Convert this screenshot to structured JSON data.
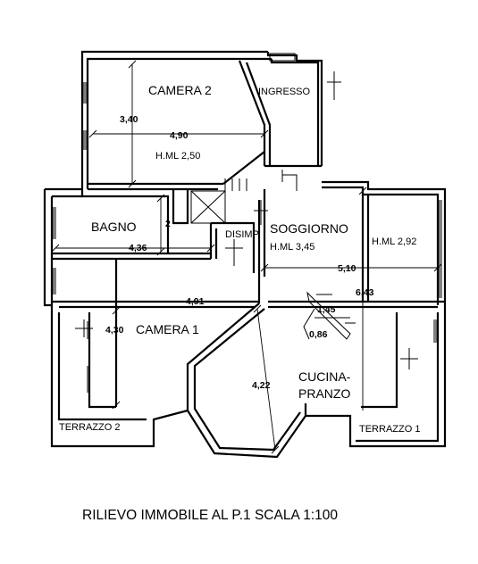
{
  "rooms": {
    "camera2": "CAMERA 2",
    "ingresso": "INGRESSO",
    "bagno": "BAGNO",
    "disimp": "DISIMP",
    "soggiorno": "SOGGIORNO",
    "camera1": "CAMERA 1",
    "cucina_line1": "CUCINA-",
    "cucina_line2": "PRANZO",
    "terrazzo2": "TERRAZZO 2",
    "terrazzo1": "TERRAZZO 1"
  },
  "heights": {
    "camera2": "H.ML 2,50",
    "soggiorno": "H.ML 3,45",
    "right": "H.ML 2,92"
  },
  "dimensions": {
    "camera2_height": "3,40",
    "camera2_width": "4,90",
    "bagno_height": "2",
    "bagno_width": "4,36",
    "soggiorno_width": "5,10",
    "camera1_width": "4,91",
    "overall_right": "6,43",
    "kitchen_small": "1,45",
    "kitchen_tiny": "0,86",
    "camera1_height": "4,30",
    "diagonal": "4,22"
  },
  "caption": "RILIEVO IMMOBILE AL P.1 SCALA 1:100"
}
